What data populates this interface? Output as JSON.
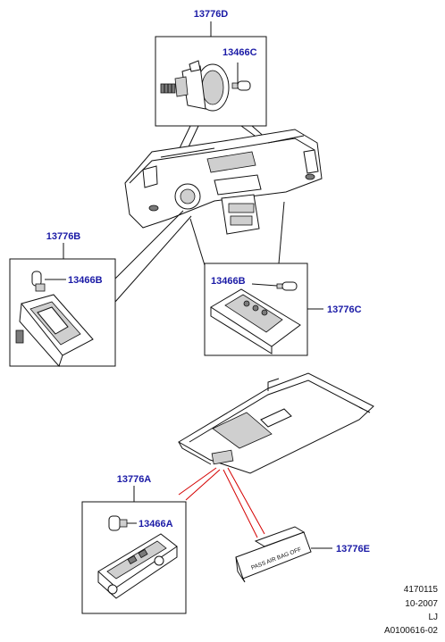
{
  "callouts": {
    "d_top": "13776D",
    "c_bulb_top": "13466C",
    "b_left": "13776B",
    "b_bulb_left": "13466B",
    "b_bulb_right": "13466B",
    "c_right": "13776C",
    "a_lower": "13776A",
    "a_bulb_lower": "13466A",
    "e_lower": "13776E"
  },
  "inscriptions": {
    "switch_text": "PASS AIR BAG OFF"
  },
  "meta": {
    "line1": "4170115",
    "line2": "10-2007",
    "line3": "LJ",
    "line4": "A0100616-02"
  }
}
